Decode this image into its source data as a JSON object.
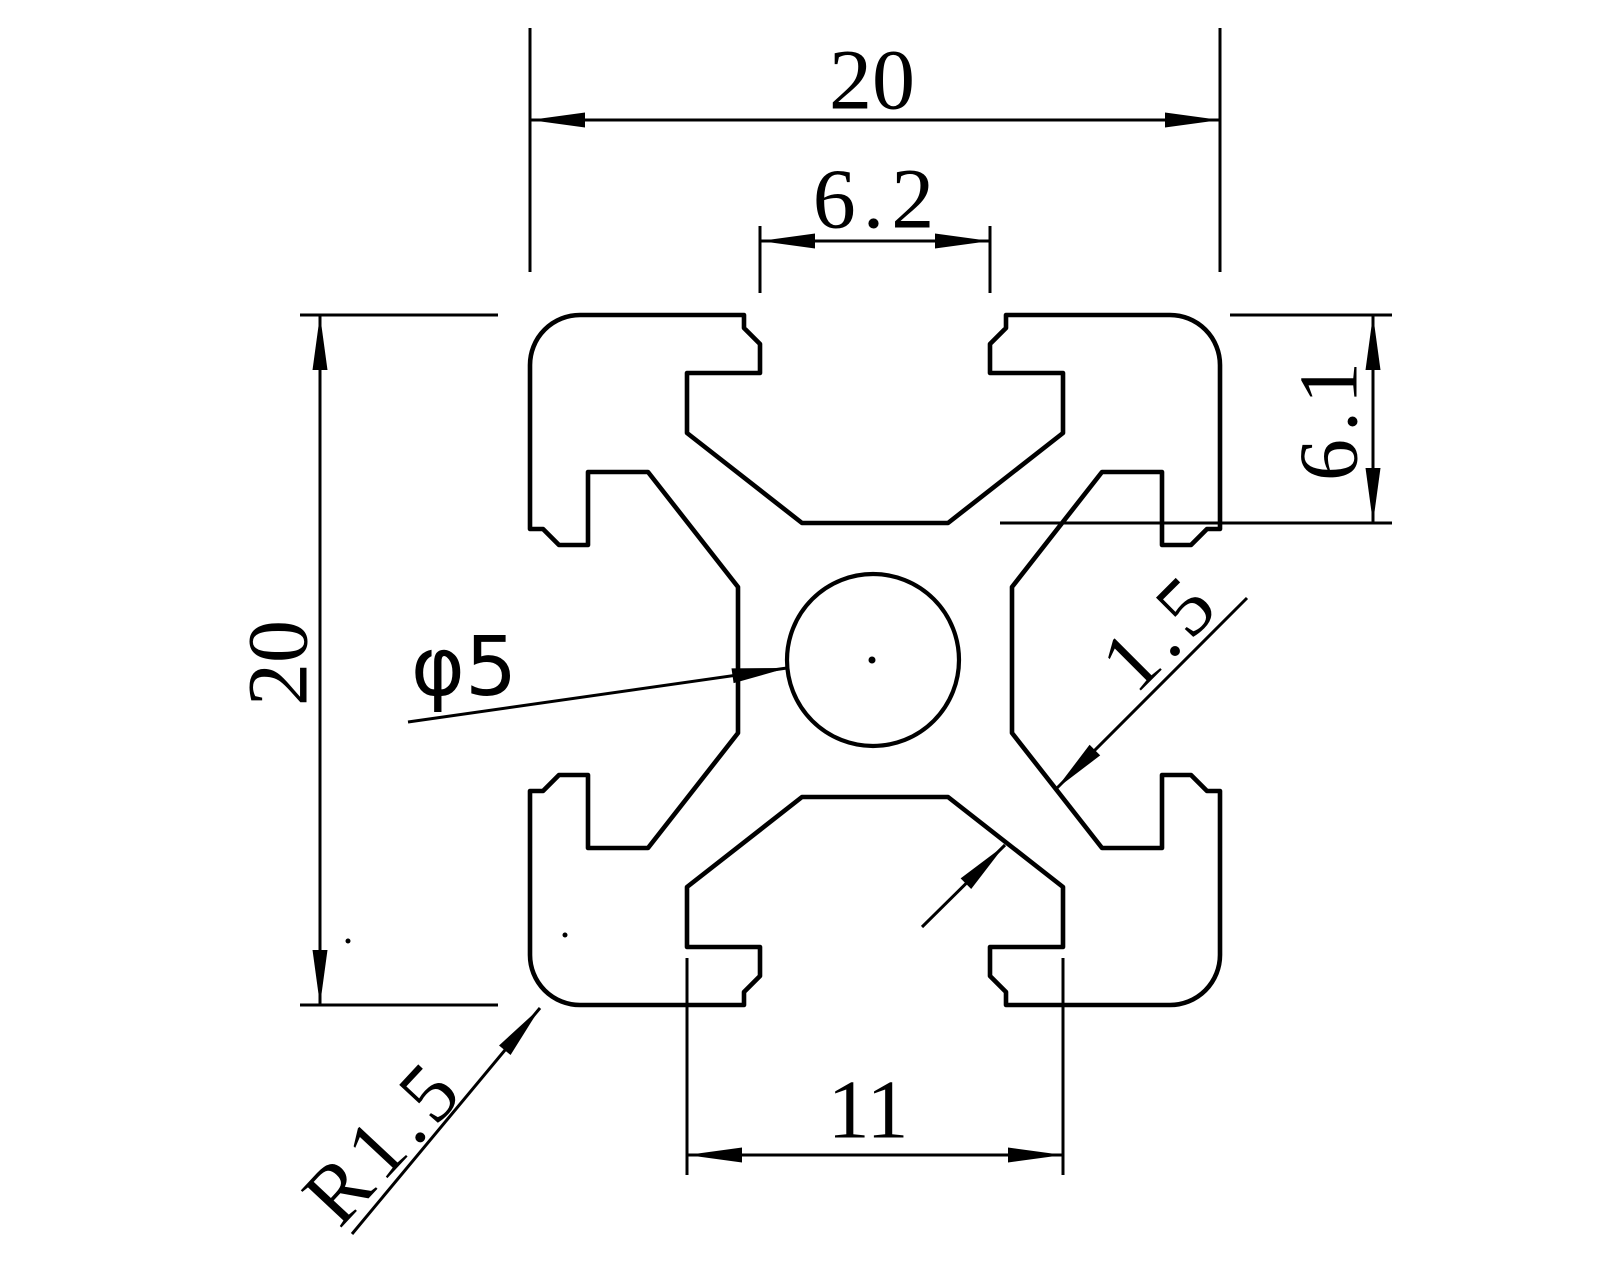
{
  "drawing": {
    "type": "extrusion-profile-cross-section",
    "background_color": "#ffffff",
    "line_color": "#000000",
    "dimensions": {
      "overall_width": {
        "label": "20"
      },
      "overall_height": {
        "label": "20"
      },
      "slot_opening_width": {
        "label": "6.2"
      },
      "slot_depth": {
        "label": "6.1"
      },
      "slot_inner_width": {
        "label": "11"
      },
      "center_bore": {
        "label": "φ5"
      },
      "wall_thickness": {
        "label": "1.5"
      },
      "corner_radius": {
        "label": "R1.5"
      }
    }
  }
}
